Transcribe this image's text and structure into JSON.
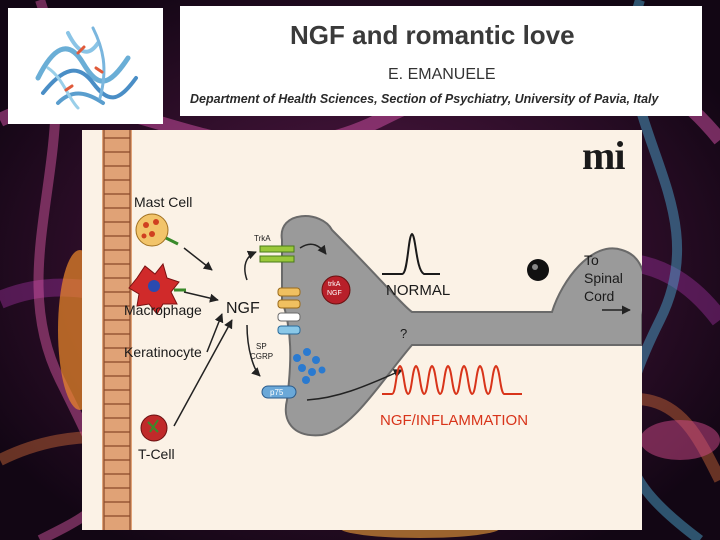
{
  "header": {
    "title": "NGF and romantic love",
    "author": "E. EMANUELE",
    "department": "Department of Health Sciences, Section of Psychiatry, University of Pavia, Italy"
  },
  "diagram": {
    "brand": "mi",
    "cells": {
      "mast_cell": "Mast Cell",
      "macrophage": "Macrophage",
      "keratinocyte": "Keratinocyte",
      "t_cell": "T-Cell"
    },
    "ngf": "NGF",
    "trka": "TrkA",
    "trka_ngf_line1": "trkA",
    "trka_ngf_line2": "NGF",
    "sp": "SP",
    "cgrp": "CGRP",
    "p75": "p75",
    "question": "?",
    "normal": "NORMAL",
    "inflammation": "NGF/INFLAMMATION",
    "to_spinal_line1": "To",
    "to_spinal_line2": "Spinal",
    "to_spinal_line3": "Cord"
  },
  "colors": {
    "normal_trace": "#1a1a1a",
    "inflammation_trace": "#d8341a",
    "neuron": "#9a9a9a",
    "diagram_bg": "#fbf2e6"
  }
}
